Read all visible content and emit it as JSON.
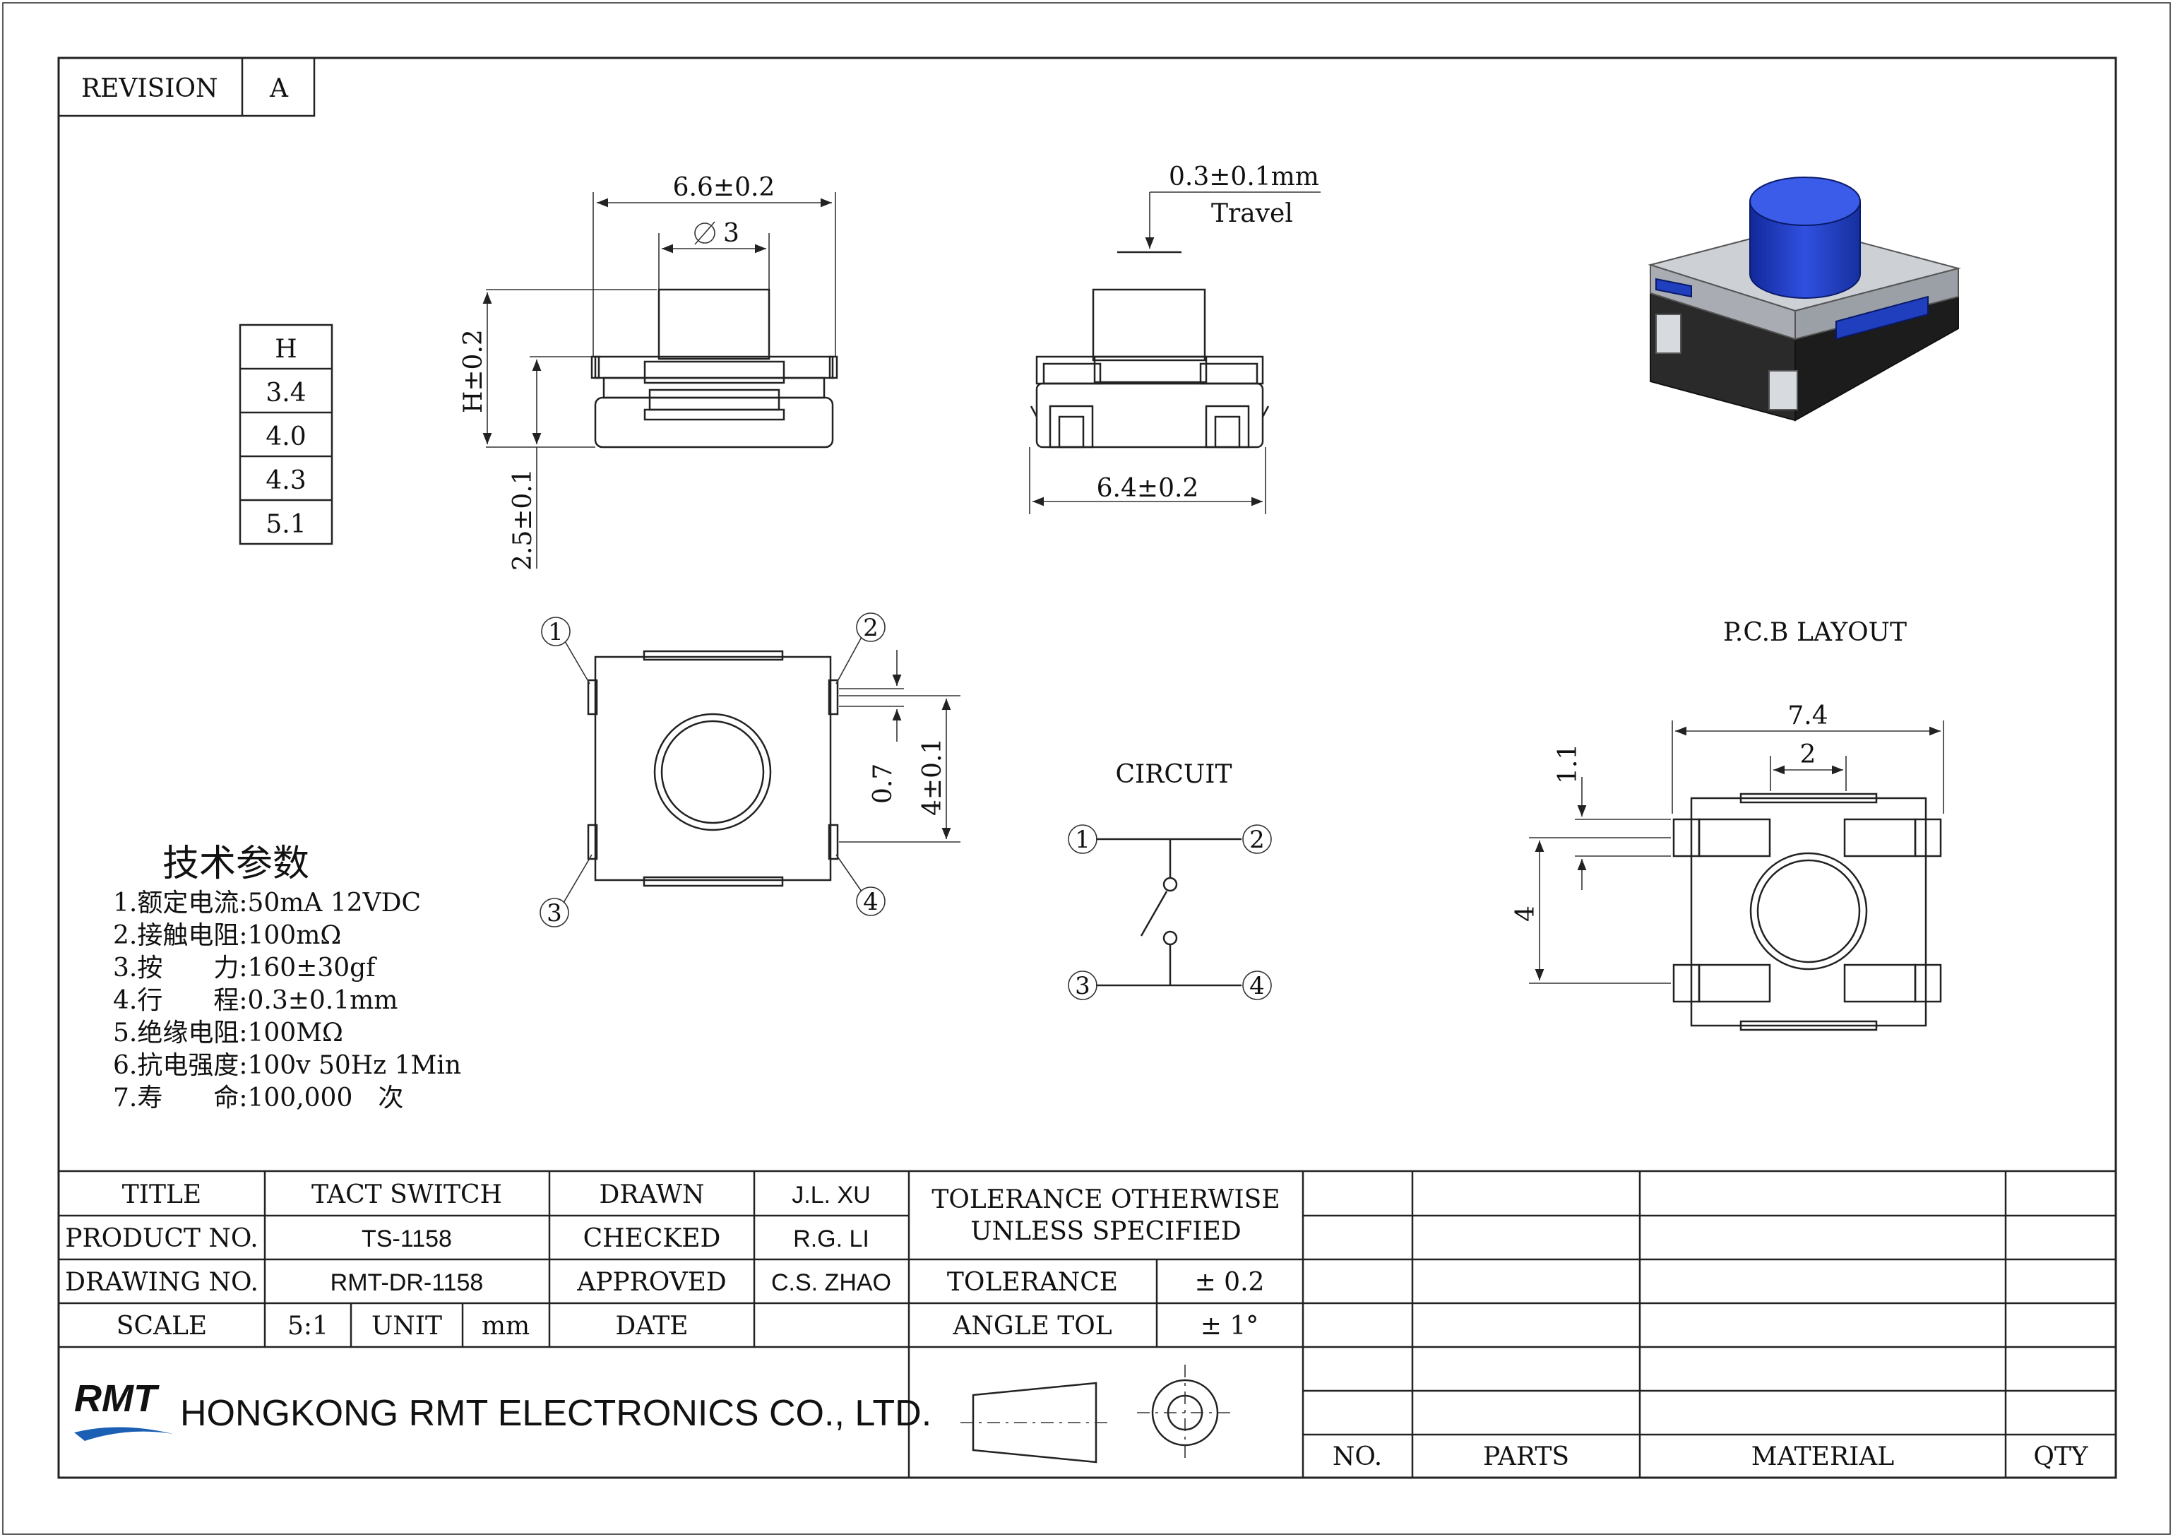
{
  "revision": {
    "label": "REVISION",
    "value": "A"
  },
  "height_table": {
    "header": "H",
    "values": [
      "3.4",
      "4.0",
      "4.3",
      "5.1"
    ]
  },
  "dimensions": {
    "width": "6.6±0.2",
    "diameter": "3",
    "height": "H±0.2",
    "base_height": "2.5±0.1",
    "travel_value": "0.3±0.1mm",
    "travel_label": "Travel",
    "side_width": "6.4±0.2",
    "pin_gap": "0.7",
    "pin_span": "4±0.1"
  },
  "pins": [
    "1",
    "2",
    "3",
    "4"
  ],
  "circuit": {
    "title": "CIRCUIT"
  },
  "pcb_layout": {
    "title": "P.C.B LAYOUT",
    "width": "7.4",
    "inner": "2",
    "pad": "1.1",
    "pitch": "4"
  },
  "specs": {
    "title": "技术参数",
    "items": [
      "1.额定电流:50mA 12VDC",
      "2.接触电阻:100mΩ",
      "3.按　　力:160±30gf",
      "4.行　　程:0.3±0.1mm",
      "5.绝缘电阻:100MΩ",
      "6.抗电强度:100v 50Hz 1Min",
      "7.寿　　命:100,000　次"
    ]
  },
  "title_block": {
    "title_label": "TITLE",
    "title_value": "TACT SWITCH",
    "product_label": "PRODUCT NO.",
    "product_value": "TS-1158",
    "drawing_label": "DRAWING NO.",
    "drawing_value": "RMT-DR-1158",
    "scale_label": "SCALE",
    "scale_value": "5:1",
    "unit_label": "UNIT",
    "unit_value": "mm",
    "drawn_label": "DRAWN",
    "drawn_value": "J.L. XU",
    "checked_label": "CHECKED",
    "checked_value": "R.G. LI",
    "approved_label": "APPROVED",
    "approved_value": "C.S. ZHAO",
    "date_label": "DATE",
    "date_value": "",
    "tolerance_note_1": "TOLERANCE OTHERWISE",
    "tolerance_note_2": "UNLESS SPECIFIED",
    "tolerance_label": "TOLERANCE",
    "tolerance_value": "± 0.2",
    "angle_label": "ANGLE TOL",
    "angle_value": "± 1°",
    "company_logo": "RMT",
    "company_name": "HONGKONG RMT ELECTRONICS CO., LTD.",
    "bom_headers": [
      "NO.",
      "PARTS",
      "MATERIAL",
      "QTY"
    ]
  },
  "colors": {
    "line": "#222222",
    "button_blue": "#1f3fbf",
    "housing_gray": "#c9ccd1",
    "base_black": "#2a2a2a",
    "logo_blue": "#1a5fb4"
  }
}
